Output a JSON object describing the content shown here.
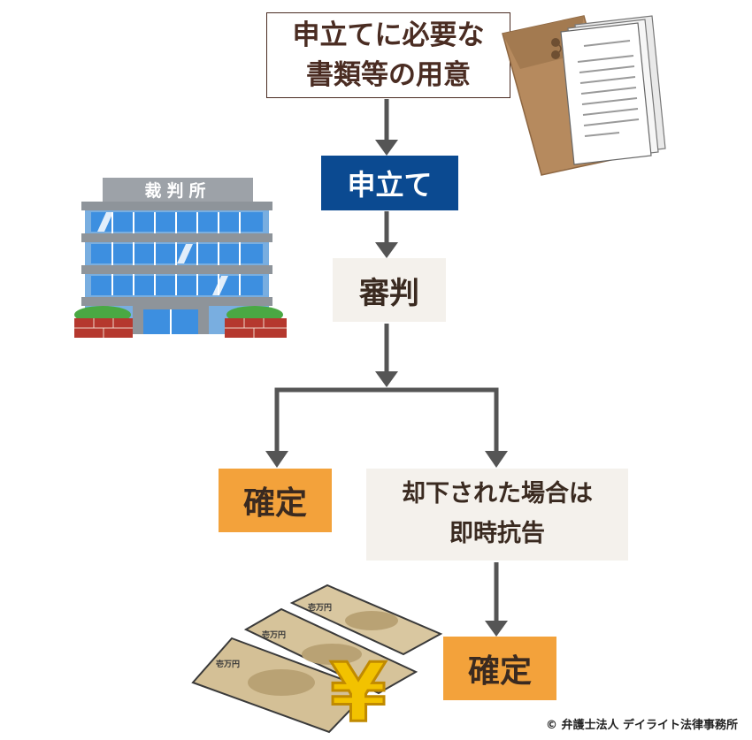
{
  "flow": {
    "prep_line1": "申立てに必要な",
    "prep_line2": "書類等の用意",
    "apply": "申立て",
    "judge": "審判",
    "final1": "確定",
    "reject_line1": "却下された場合は",
    "reject_line2": "即時抗告",
    "final2": "確定"
  },
  "illustrations": {
    "court_sign": "裁判所",
    "bill_label": "壱万円",
    "yen_symbol": "¥",
    "court_icon": "courthouse-icon",
    "documents_icon": "documents-icon",
    "money_icon": "money-icon"
  },
  "footer": {
    "credit": "© 弁護士法人 デイライト法律事務所"
  },
  "colors": {
    "arrow": "#555555",
    "apply_bg": "#0b4a91",
    "confirm_bg": "#f3a23b",
    "neutral_bg": "#f4f1ec",
    "text_brown": "#4a2c22"
  }
}
